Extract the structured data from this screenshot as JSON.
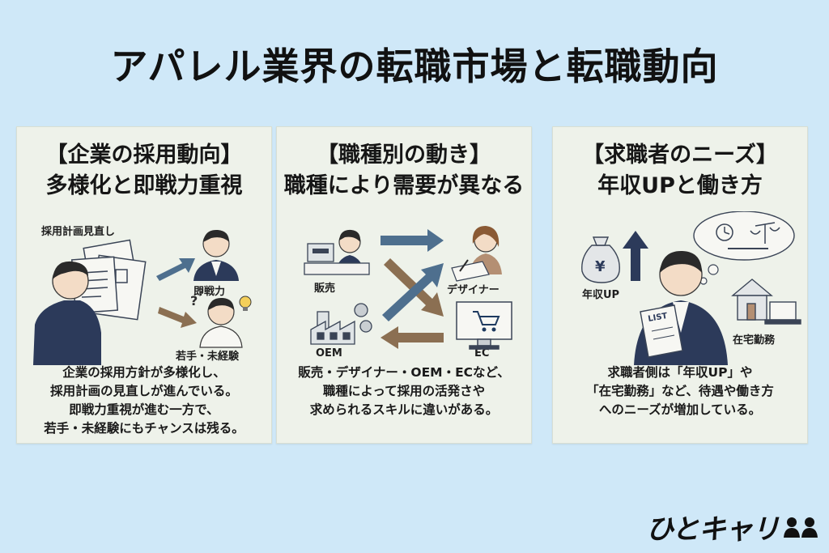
{
  "title": "アパレル業界の転職市場と転職動向",
  "cards": [
    {
      "heading_1": "【企業の採用動向】",
      "heading_2": "多様化と即戦力重視",
      "labels": {
        "plan": "採用計画見直し",
        "immediate": "即戦力",
        "young": "若手・未経験"
      },
      "body": [
        "企業の採用方針が多様化し、",
        "採用計画の見直しが進んでいる。",
        "即戦力重視が進む一方で、",
        "若手・未経験にもチャンスは残る。"
      ]
    },
    {
      "heading_1": "【職種別の動き】",
      "heading_2": "職種により需要が異なる",
      "labels": {
        "sales": "販売",
        "designer": "デザイナー",
        "oem": "OEM",
        "ec": "EC"
      },
      "body": [
        "販売・デザイナー・OEM・ECなど、",
        "職種によって採用の活発さや",
        "求められるスキルに違いがある。"
      ]
    },
    {
      "heading_1": "【求職者のニーズ】",
      "heading_2": "年収UPと働き方",
      "labels": {
        "income": "年収UP",
        "remote": "在宅勤務",
        "list": "LIST"
      },
      "body": [
        "求職者側は「年収UP」や",
        "「在宅勤務」など、待遇や働き方",
        "へのニーズが増加している。"
      ]
    }
  ],
  "logo": "ひとキャリ",
  "colors": {
    "background": "#cfe8f8",
    "card": "#eef2ea",
    "suit": "#2c3a5a",
    "arrow_blue": "#4e6f8e",
    "arrow_brown": "#8b6f52"
  }
}
